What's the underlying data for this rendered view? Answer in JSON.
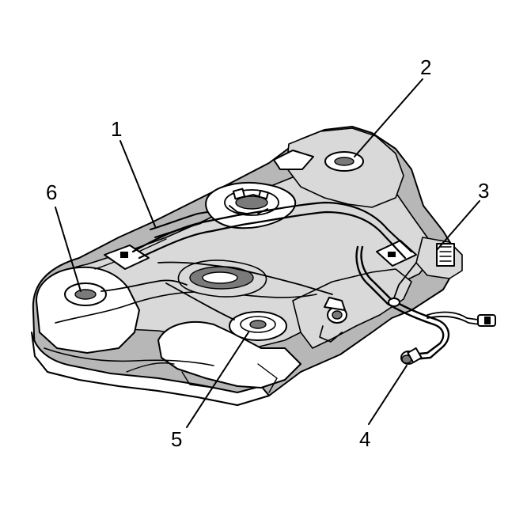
{
  "callouts": [
    {
      "id": "1",
      "label": "1"
    },
    {
      "id": "2",
      "label": "2"
    },
    {
      "id": "3",
      "label": "3"
    },
    {
      "id": "4",
      "label": "4"
    },
    {
      "id": "5",
      "label": "5"
    },
    {
      "id": "6",
      "label": "6"
    }
  ],
  "colors": {
    "line": "#000000",
    "shade": "#b7b7b7",
    "background": "#ffffff"
  }
}
